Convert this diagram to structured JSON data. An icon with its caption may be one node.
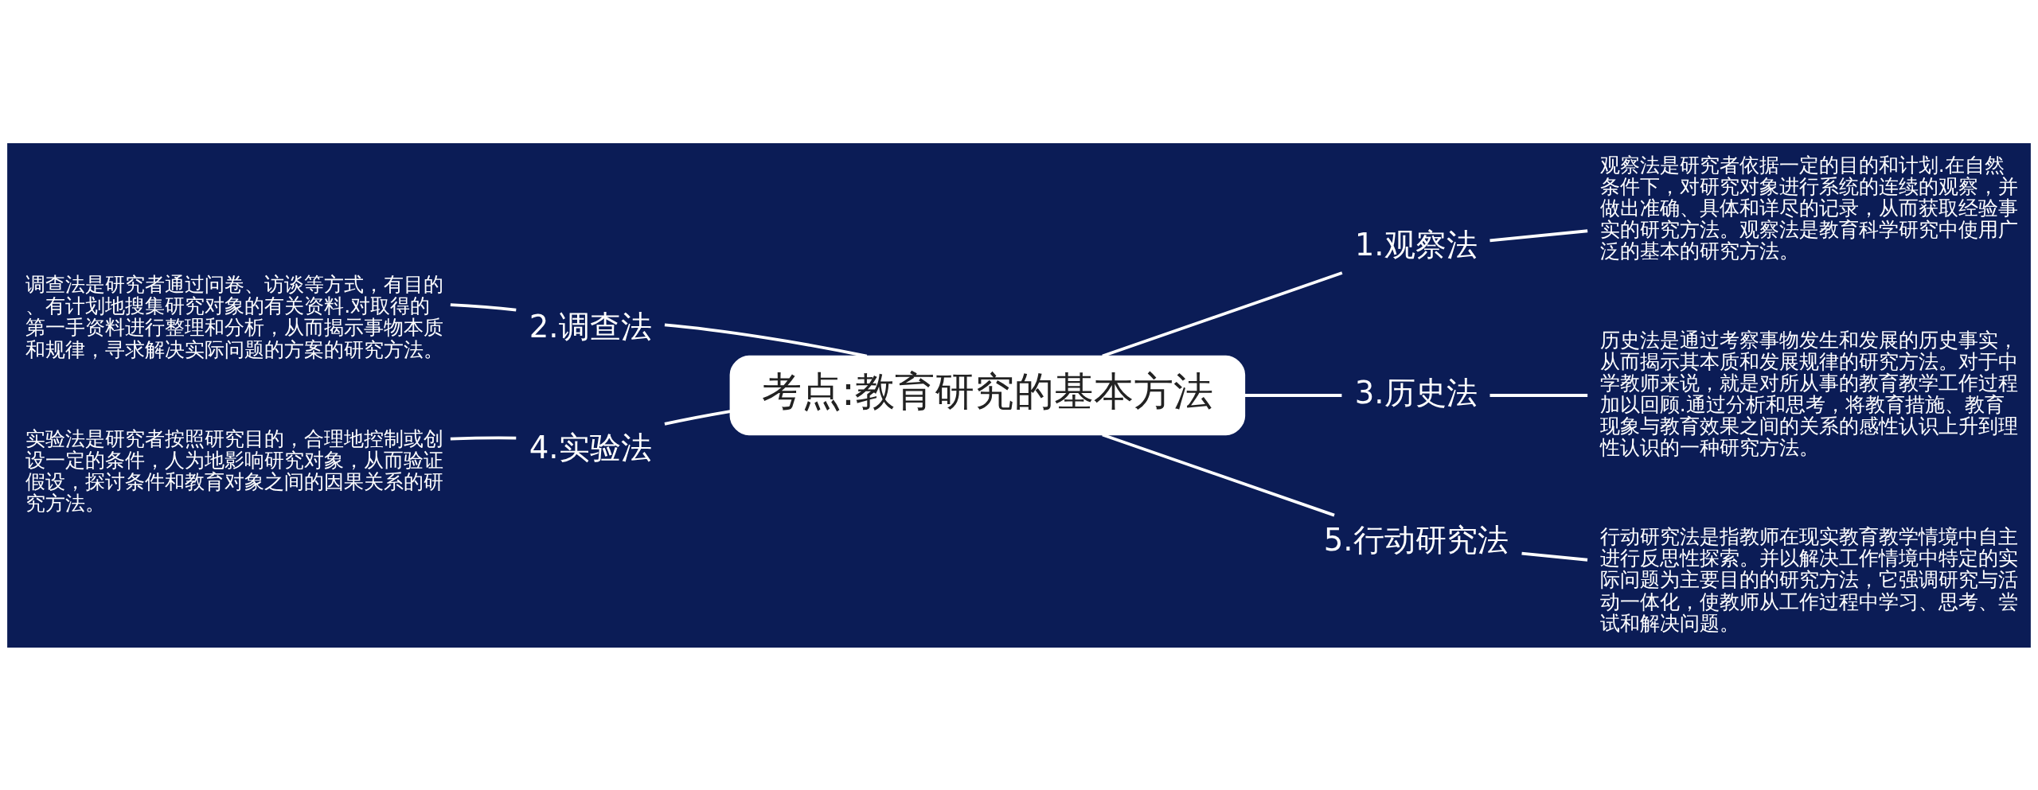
{
  "diagram": {
    "nodes": [
      {
        "text": [
          "考点:教育研究的基本方法"
        ]
      },
      {
        "text": [
          "1.观察法"
        ]
      },
      {
        "text": [
          "观察法是研究者依据一定的目的和计划.在自然条件下，对研究对象进行系统的连续的观察，并做出准确、具体和详尽的记录，从而获取经验事实的研究方法。观察法是教育科学研究中使用广泛的基本的研究方法。"
        ]
      },
      {
        "text": [
          "2.调查法"
        ]
      },
      {
        "text": [
          "调查法是研究者通过问卷、访谈等方式，有目的、有计划地搜集研究对象的有关资料.对取得的第一手资料进行整理和分析，从而揭示事物本质和规律，寻求解决实际问题的方案的研究方法。"
        ]
      },
      {
        "text": [
          "3.历史法"
        ]
      },
      {
        "text": [
          "历史法是通过考察事物发生和发展的历史事实，从而揭示其本质和发展规律的研究方法。对于中学教师来说，就是对所从事的教育教学工作过程加以回顾.通过分析和思考，将教育措施、教育现象与教育效果之间的关系的感性认识上升到理性认识的一种研究方法。"
        ]
      },
      {
        "text": [
          "4.实验法"
        ]
      },
      {
        "text": [
          "实验法是研究者按照研究目的，合理地控制或创设一定的条件，人为地影响研究对象，从而验证假设，探讨条件和教育对象之间的因果关系的研究方法。"
        ]
      },
      {
        "text": [
          "5.行动研究法"
        ]
      },
      {
        "text": [
          "行动研究法是指教师在现实教育教学情境中自主进行反思性探索。并以解决工作情境中特定的实际问题为主要目的的研究方法，它强调研究与活动一体化，使教师从工作过程中学习、思考、尝试和解决问题。"
        ]
      }
    ],
    "edges": [
      {
        "from": 0,
        "to": 1,
        "arrow": "none"
      },
      {
        "from": 1,
        "to": 2,
        "arrow": "none"
      },
      {
        "from": 0,
        "to": 3,
        "arrow": "none"
      },
      {
        "from": 3,
        "to": 4,
        "arrow": "none"
      },
      {
        "from": 0,
        "to": 5,
        "arrow": "none"
      },
      {
        "from": 5,
        "to": 6,
        "arrow": "none"
      },
      {
        "from": 0,
        "to": 7,
        "arrow": "none"
      },
      {
        "from": 7,
        "to": 8,
        "arrow": "none"
      },
      {
        "from": 0,
        "to": 9,
        "arrow": "none"
      },
      {
        "from": 9,
        "to": 10,
        "arrow": "none"
      }
    ]
  }
}
